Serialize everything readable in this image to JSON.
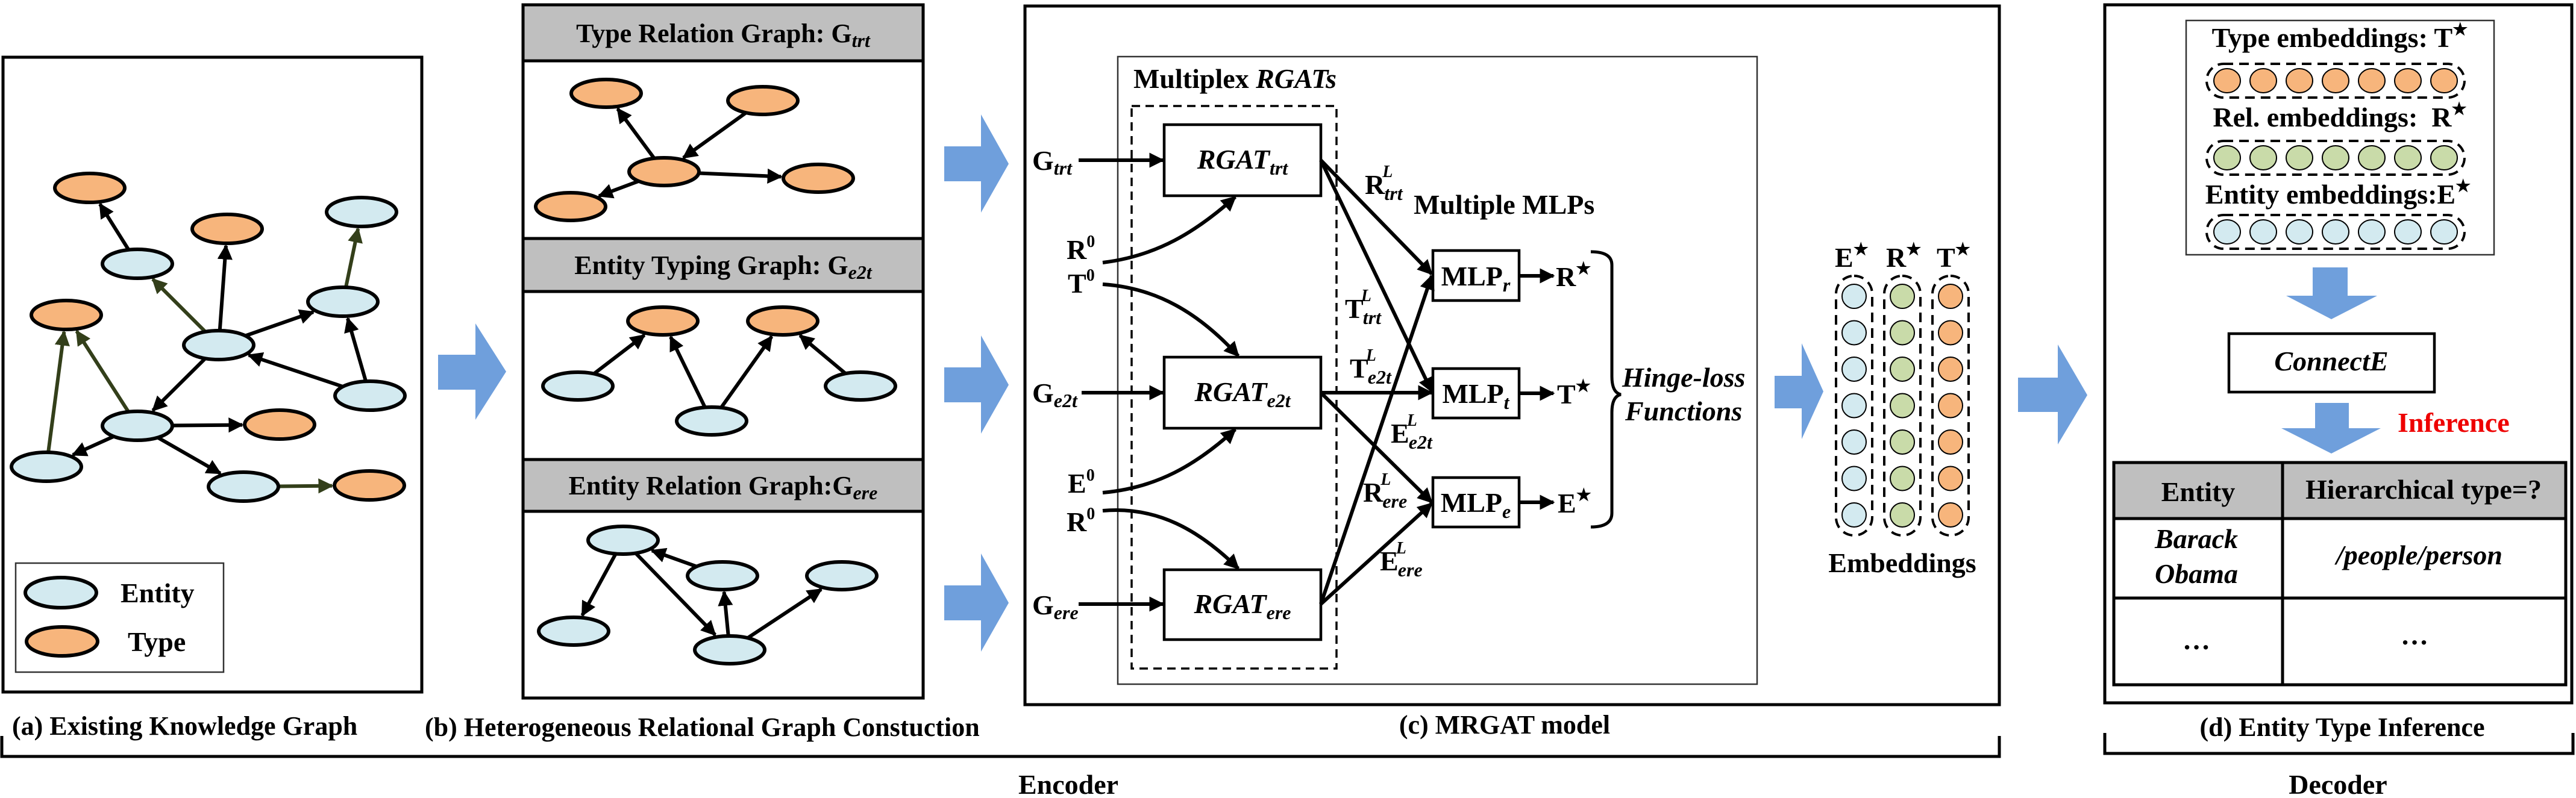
{
  "colors": {
    "entity": "#d3eaf0",
    "type": "#f7b57c",
    "relation": "#c9dba9",
    "flow_arrow": "#6f9fdc",
    "header_gray": "#bfbfbf",
    "typing_edge": "#333f1a",
    "inference": "#ee0000"
  },
  "panel_a": {
    "caption": "(a) Existing Knowledge Graph",
    "legend": {
      "entity": "Entity",
      "type": "Type"
    },
    "nodes": [
      {
        "id": "t1",
        "kind": "type"
      },
      {
        "id": "e1",
        "kind": "entity"
      },
      {
        "id": "t2",
        "kind": "type"
      },
      {
        "id": "e2",
        "kind": "entity"
      },
      {
        "id": "t3",
        "kind": "type"
      },
      {
        "id": "ec",
        "kind": "entity"
      },
      {
        "id": "e3",
        "kind": "entity"
      },
      {
        "id": "e4",
        "kind": "entity"
      },
      {
        "id": "em",
        "kind": "entity"
      },
      {
        "id": "t4",
        "kind": "type"
      },
      {
        "id": "el",
        "kind": "entity"
      },
      {
        "id": "eb",
        "kind": "entity"
      },
      {
        "id": "t5",
        "kind": "type"
      }
    ],
    "edges": [
      {
        "from": "e1",
        "to": "t1",
        "kind": "relation"
      },
      {
        "from": "ec",
        "to": "e1",
        "kind": "typing"
      },
      {
        "from": "ec",
        "to": "t2",
        "kind": "relation"
      },
      {
        "from": "ec",
        "to": "e3",
        "kind": "relation"
      },
      {
        "from": "e3",
        "to": "e2",
        "kind": "typing"
      },
      {
        "from": "e4",
        "to": "e3",
        "kind": "relation"
      },
      {
        "from": "e4",
        "to": "ec",
        "kind": "relation"
      },
      {
        "from": "ec",
        "to": "em",
        "kind": "relation"
      },
      {
        "from": "em",
        "to": "t3",
        "kind": "typing"
      },
      {
        "from": "el",
        "to": "t3",
        "kind": "typing"
      },
      {
        "from": "em",
        "to": "el",
        "kind": "relation"
      },
      {
        "from": "em",
        "to": "t4",
        "kind": "relation"
      },
      {
        "from": "em",
        "to": "eb",
        "kind": "relation"
      },
      {
        "from": "eb",
        "to": "t5",
        "kind": "typing"
      }
    ]
  },
  "panel_b": {
    "caption": "(b) Heterogeneous Relational Graph Constuction",
    "sections": [
      {
        "title": "Type Relation Graph: G",
        "subscript": "trt",
        "nodes": [
          {
            "id": "a",
            "kind": "type"
          },
          {
            "id": "b",
            "kind": "type"
          },
          {
            "id": "c",
            "kind": "type"
          },
          {
            "id": "d",
            "kind": "type"
          },
          {
            "id": "e",
            "kind": "type"
          }
        ],
        "edges": [
          {
            "from": "c",
            "to": "a"
          },
          {
            "from": "b",
            "to": "c"
          },
          {
            "from": "c",
            "to": "d"
          },
          {
            "from": "c",
            "to": "e"
          }
        ]
      },
      {
        "title": "Entity Typing Graph: G",
        "subscript": "e2t",
        "nodes": [
          {
            "id": "t1",
            "kind": "type"
          },
          {
            "id": "t2",
            "kind": "type"
          },
          {
            "id": "e1",
            "kind": "entity"
          },
          {
            "id": "e2",
            "kind": "entity"
          },
          {
            "id": "e3",
            "kind": "entity"
          }
        ],
        "edges": [
          {
            "from": "e1",
            "to": "t1"
          },
          {
            "from": "e2",
            "to": "t1"
          },
          {
            "from": "e2",
            "to": "t2"
          },
          {
            "from": "e3",
            "to": "t2"
          }
        ]
      },
      {
        "title": "Entity Relation Graph:G",
        "subscript": "ere",
        "nodes": [
          {
            "id": "a",
            "kind": "entity"
          },
          {
            "id": "b",
            "kind": "entity"
          },
          {
            "id": "c",
            "kind": "entity"
          },
          {
            "id": "d",
            "kind": "entity"
          },
          {
            "id": "f",
            "kind": "entity"
          }
        ],
        "edges": [
          {
            "from": "b",
            "to": "a"
          },
          {
            "from": "a",
            "to": "d"
          },
          {
            "from": "a",
            "to": "f"
          },
          {
            "from": "f",
            "to": "b"
          },
          {
            "from": "f",
            "to": "c"
          }
        ]
      }
    ]
  },
  "panel_c": {
    "caption": "(c) MRGAT model",
    "multiplex_label": "Multiplex ",
    "multiplex_label_italic": "RGATs",
    "mlps_label": "Multiple MLPs",
    "hinge_line1": "Hinge-loss",
    "hinge_line2": "Functions",
    "graph_inputs": [
      {
        "base": "G",
        "sub": "trt"
      },
      {
        "base": "G",
        "sub": "e2t"
      },
      {
        "base": "G",
        "sub": "ere"
      }
    ],
    "init_embeddings": [
      {
        "base": "R",
        "sup": "0"
      },
      {
        "base": "T",
        "sup": "0"
      },
      {
        "base": "E",
        "sup": "0"
      },
      {
        "base": "R",
        "sup": "0"
      }
    ],
    "rgat_blocks": [
      {
        "base": "RGAT",
        "sub": "trt"
      },
      {
        "base": "RGAT",
        "sub": "e2t"
      },
      {
        "base": "RGAT",
        "sub": "ere"
      }
    ],
    "layer_outputs": [
      {
        "base": "R",
        "sup": "L",
        "sub": "trt"
      },
      {
        "base": "T",
        "sup": "L",
        "sub": "trt"
      },
      {
        "base": "T",
        "sup": "L",
        "sub": "e2t"
      },
      {
        "base": "E",
        "sup": "L",
        "sub": "e2t"
      },
      {
        "base": "R",
        "sup": "L",
        "sub": "ere"
      },
      {
        "base": "E",
        "sup": "L",
        "sub": "ere"
      }
    ],
    "mlps": [
      {
        "base": "MLP",
        "sub": "r",
        "out": "R",
        "star": "★"
      },
      {
        "base": "MLP",
        "sub": "t",
        "out": "T",
        "star": "★"
      },
      {
        "base": "MLP",
        "sub": "e",
        "out": "E",
        "star": "★"
      }
    ]
  },
  "embeddings": {
    "label": "Embeddings",
    "columns": [
      {
        "name": "E",
        "star": "★",
        "kind": "entity",
        "count": 7
      },
      {
        "name": "R",
        "star": "★",
        "kind": "relation",
        "count": 7
      },
      {
        "name": "T",
        "star": "★",
        "kind": "type",
        "count": 7
      }
    ]
  },
  "panel_d": {
    "caption": "(d) Entity Type Inference",
    "rows": [
      {
        "label": "Type embeddings: T",
        "star": "★",
        "kind": "type",
        "count": 7
      },
      {
        "label": "Rel. embeddings:  R",
        "star": "★",
        "kind": "relation",
        "count": 7
      },
      {
        "label": "Entity embeddings:E",
        "star": "★",
        "kind": "entity",
        "count": 7
      }
    ],
    "model": "ConnectE",
    "inference_label": "Inference",
    "table": {
      "headers": [
        "Entity",
        "Hierarchical type=?"
      ],
      "rows": [
        {
          "entity_line1": "Barack",
          "entity_line2": "Obama",
          "type": "/people/person"
        },
        {
          "entity": "…",
          "type": "…"
        }
      ]
    }
  },
  "groups": {
    "encoder": "Encoder",
    "decoder": "Decoder"
  }
}
